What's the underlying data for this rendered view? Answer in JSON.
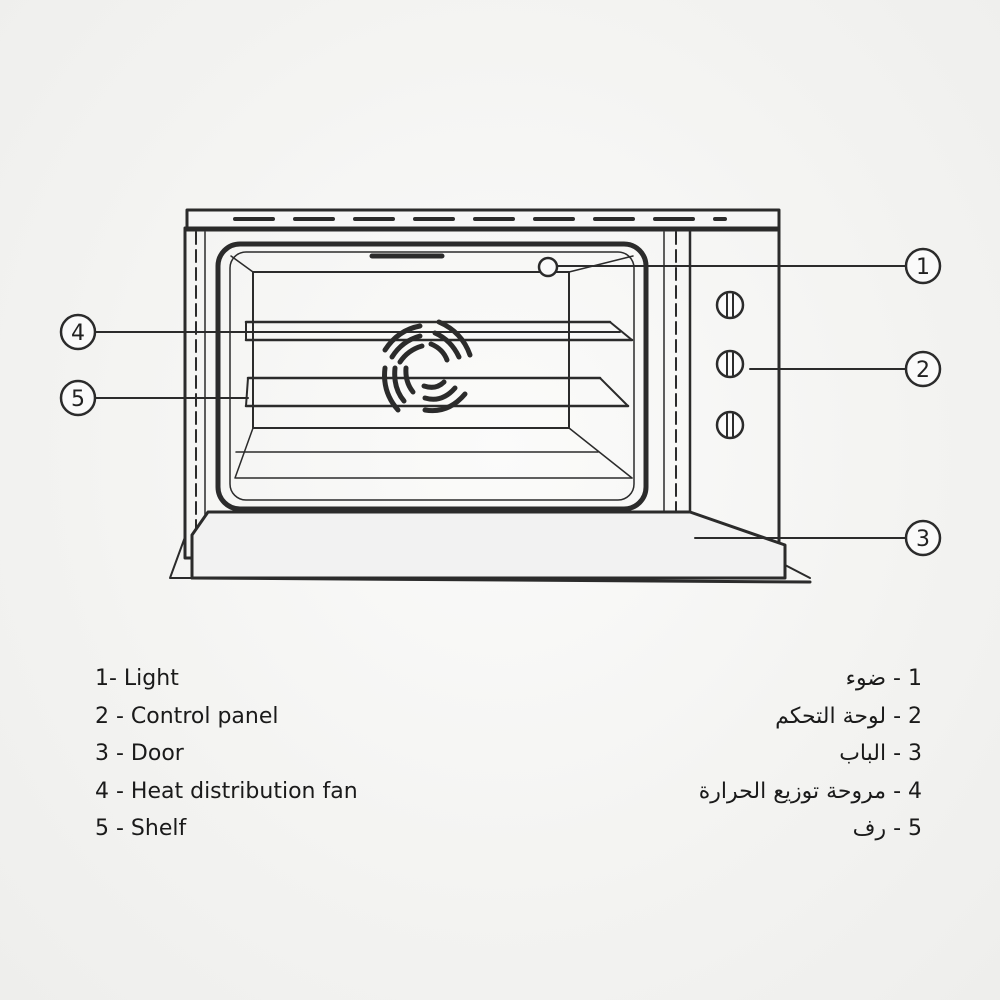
{
  "callouts": [
    {
      "number": "1",
      "part": "light"
    },
    {
      "number": "2",
      "part": "control-panel"
    },
    {
      "number": "3",
      "part": "door"
    },
    {
      "number": "4",
      "part": "heat-distribution-fan"
    },
    {
      "number": "5",
      "part": "shelf"
    }
  ],
  "legend_en": [
    "1- Light",
    "2 - Control panel",
    "3 - Door",
    "4 - Heat distribution fan",
    "5 - Shelf"
  ],
  "legend_ar": [
    "1 -  ضوء",
    "2 - لوحة التحكم",
    "3 - الباب",
    "4 - مروحة توزيع الحرارة",
    "5 - رف"
  ]
}
